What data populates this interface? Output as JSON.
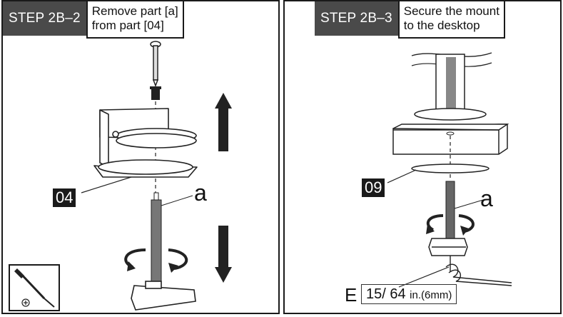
{
  "left_step": {
    "badge": "STEP 2B–2",
    "instruction": "Remove part [a]\nfrom part [04]",
    "part_label": "04",
    "part_letter": "a",
    "tool_icon": "screwdriver-icon"
  },
  "right_step": {
    "badge": "STEP 2B–3",
    "instruction": "Secure the mount\nto the desktop",
    "part_label": "09",
    "part_letter": "a",
    "dim_letter": "E",
    "dim_value": "15/ 64",
    "dim_unit": "in.(6mm)"
  }
}
